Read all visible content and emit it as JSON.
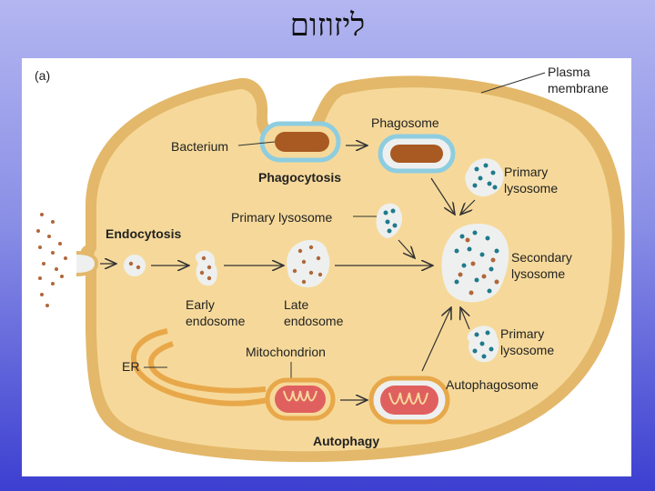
{
  "slide": {
    "title": "ליזוזום"
  },
  "figure": {
    "panel_label": "(a)",
    "labels": {
      "plasma_membrane_1": "Plasma",
      "plasma_membrane_2": "membrane",
      "phagosome": "Phagosome",
      "bacterium": "Bacterium",
      "phagocytosis": "Phagocytosis",
      "primary_lysosome_top_1": "Primary",
      "primary_lysosome_top_2": "lysosome",
      "primary_lysosome_mid": "Primary lysosome",
      "endocytosis": "Endocytosis",
      "secondary_lysosome_1": "Secondary",
      "secondary_lysosome_2": "lysosome",
      "early_endosome_1": "Early",
      "early_endosome_2": "endosome",
      "late_endosome_1": "Late",
      "late_endosome_2": "endosome",
      "primary_lysosome_low_1": "Primary",
      "primary_lysosome_low_2": "lysosome",
      "mitochondrion": "Mitochondrion",
      "er": "ER",
      "autophagosome": "Autophagosome",
      "autophagy": "Autophagy"
    },
    "colors": {
      "cytoplasm": "#f6d99a",
      "membrane": "#e3b86a",
      "vesicle_fill": "#eef0ef",
      "bacterium": "#a85a22",
      "phagosome_ring": "#8ecde0",
      "lysosome_dot": "#1f7a8c",
      "cargo_dot": "#b0673a",
      "mitochondrion": "#e06060",
      "er": "#e8a84a"
    }
  }
}
